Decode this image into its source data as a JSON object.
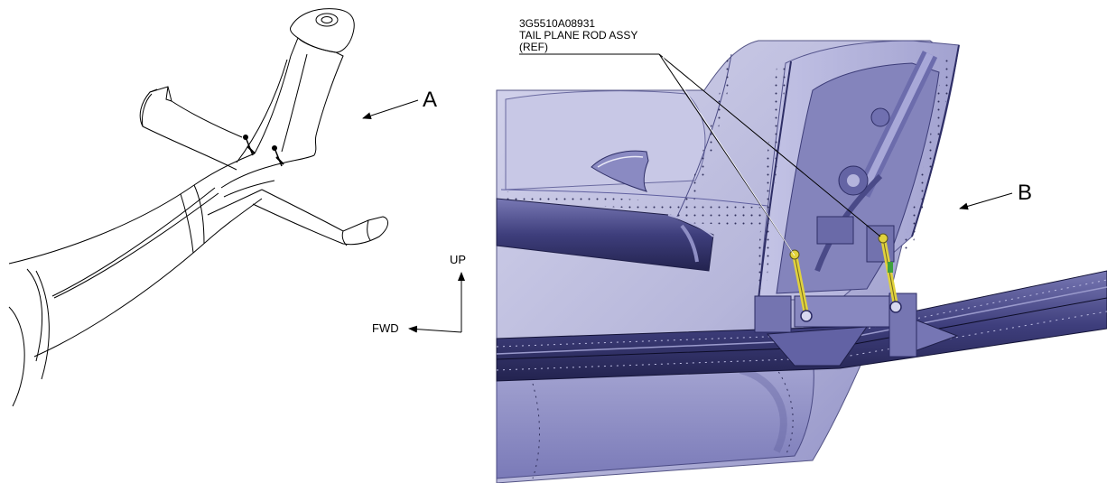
{
  "view_labels": {
    "a": "A",
    "b": "B"
  },
  "orientation": {
    "up": "UP",
    "fwd": "FWD"
  },
  "callout": {
    "part_number": "3G5510A08931",
    "name": "TAIL PLANE ROD ASSY",
    "note": "(REF)"
  },
  "colors": {
    "skin": "#b9b9dd",
    "skin_shadow": "#5c5ca0",
    "stabilizer_dark": "#2c2c62",
    "rod": "#e1d23c",
    "line": "#000000"
  }
}
